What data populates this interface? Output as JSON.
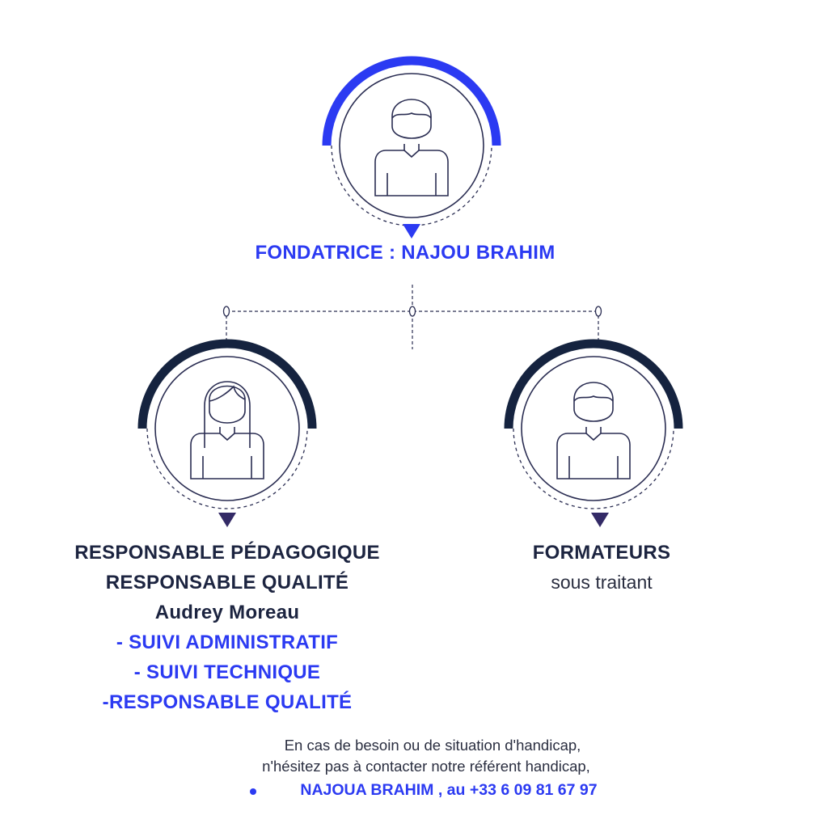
{
  "colors": {
    "accent_blue": "#2b3af2",
    "navy": "#15233f",
    "triangle": "#332a66"
  },
  "top_node": {
    "title": "FONDATRICE : NAJOU BRAHIM",
    "icon": "male-person-icon"
  },
  "left_node": {
    "lines": [
      "RESPONSABLE PÉDAGOGIQUE",
      "RESPONSABLE QUALITÉ",
      "Audrey Moreau"
    ],
    "duties": [
      "- SUIVI ADMINISTRATIF",
      "- SUIVI TECHNIQUE",
      "-RESPONSABLE QUALITÉ"
    ],
    "icon": "female-person-icon"
  },
  "right_node": {
    "title": "FORMATEURS",
    "subtitle": "sous traitant",
    "icon": "male-person-icon"
  },
  "footer": {
    "line1": "En cas de besoin ou de situation d'handicap,",
    "line2": "n'hésitez pas à contacter notre référent handicap,",
    "contact": "NAJOUA BRAHIM , au +33 6 09 81 67 97"
  }
}
